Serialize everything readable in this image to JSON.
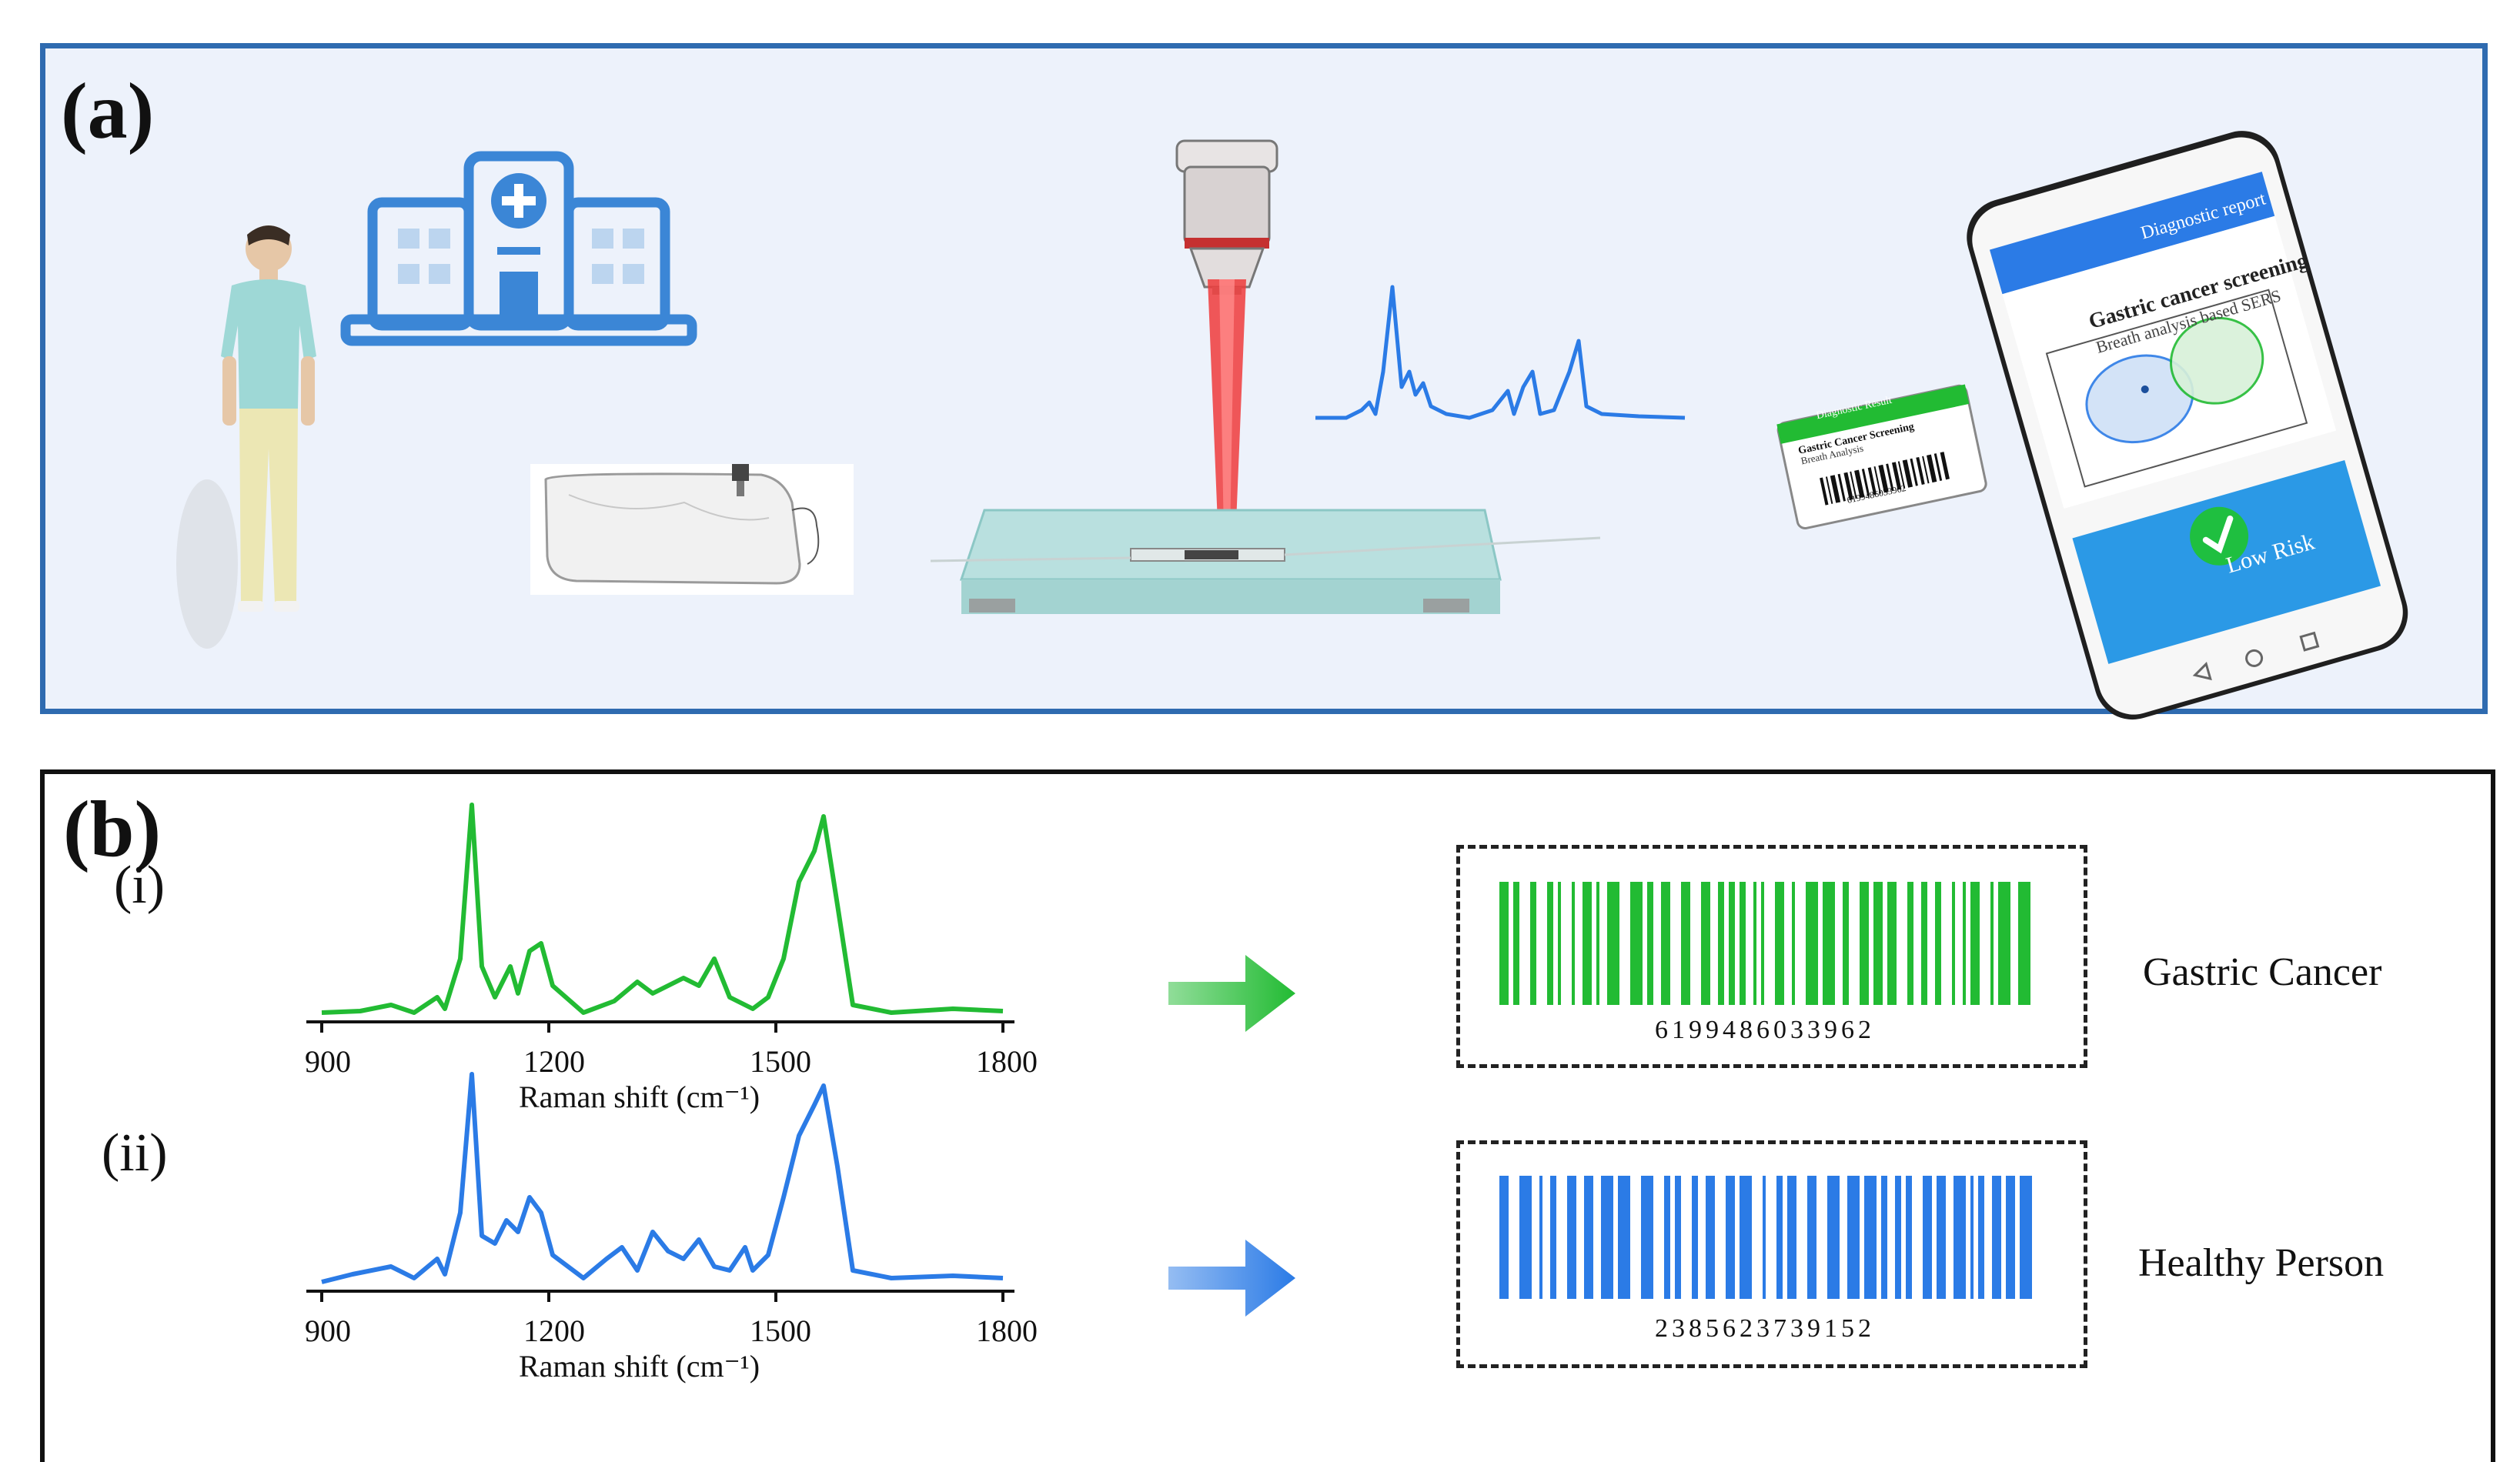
{
  "panel_a": {
    "label": "(a)",
    "phone": {
      "header": "Diagnostic report",
      "title": "Gastric cancer screening",
      "subtitle": "Breath analysis based SERS",
      "result": "Low Risk"
    },
    "card": {
      "header": "Diagnostic Result",
      "line1": "Gastric Cancer Screening",
      "line2": "Breath Analysis",
      "number": "6199486033962"
    }
  },
  "panel_b": {
    "label": "(b)",
    "rows": [
      {
        "sub_label": "(i)",
        "ticks": [
          "900",
          "1200",
          "1500",
          "1800"
        ],
        "axis_title": "Raman shift (cm⁻¹)",
        "barcode_number": "6199486033962",
        "class_label": "Gastric Cancer",
        "color": "#22bb33"
      },
      {
        "sub_label": "(ii)",
        "ticks": [
          "900",
          "1200",
          "1500",
          "1800"
        ],
        "axis_title": "Raman shift (cm⁻¹)",
        "barcode_number": "2385623739152",
        "class_label": "Healthy Person",
        "color": "#2b7be6"
      }
    ]
  },
  "colors": {
    "panel_a_border": "#2f6bb0",
    "panel_a_bg": "#edf2fb",
    "green": "#22bb33",
    "blue": "#2b7be6",
    "laser": "#ef3b3b"
  },
  "icons": [
    "person-icon",
    "hospital-icon",
    "breath-bag-icon",
    "microscope-objective-icon",
    "laser-beam-icon",
    "sers-chip-icon",
    "spectrum-icon",
    "diagnostic-card-icon",
    "smartphone-icon",
    "checkmark-icon",
    "arrow-right-icon",
    "barcode-icon"
  ]
}
